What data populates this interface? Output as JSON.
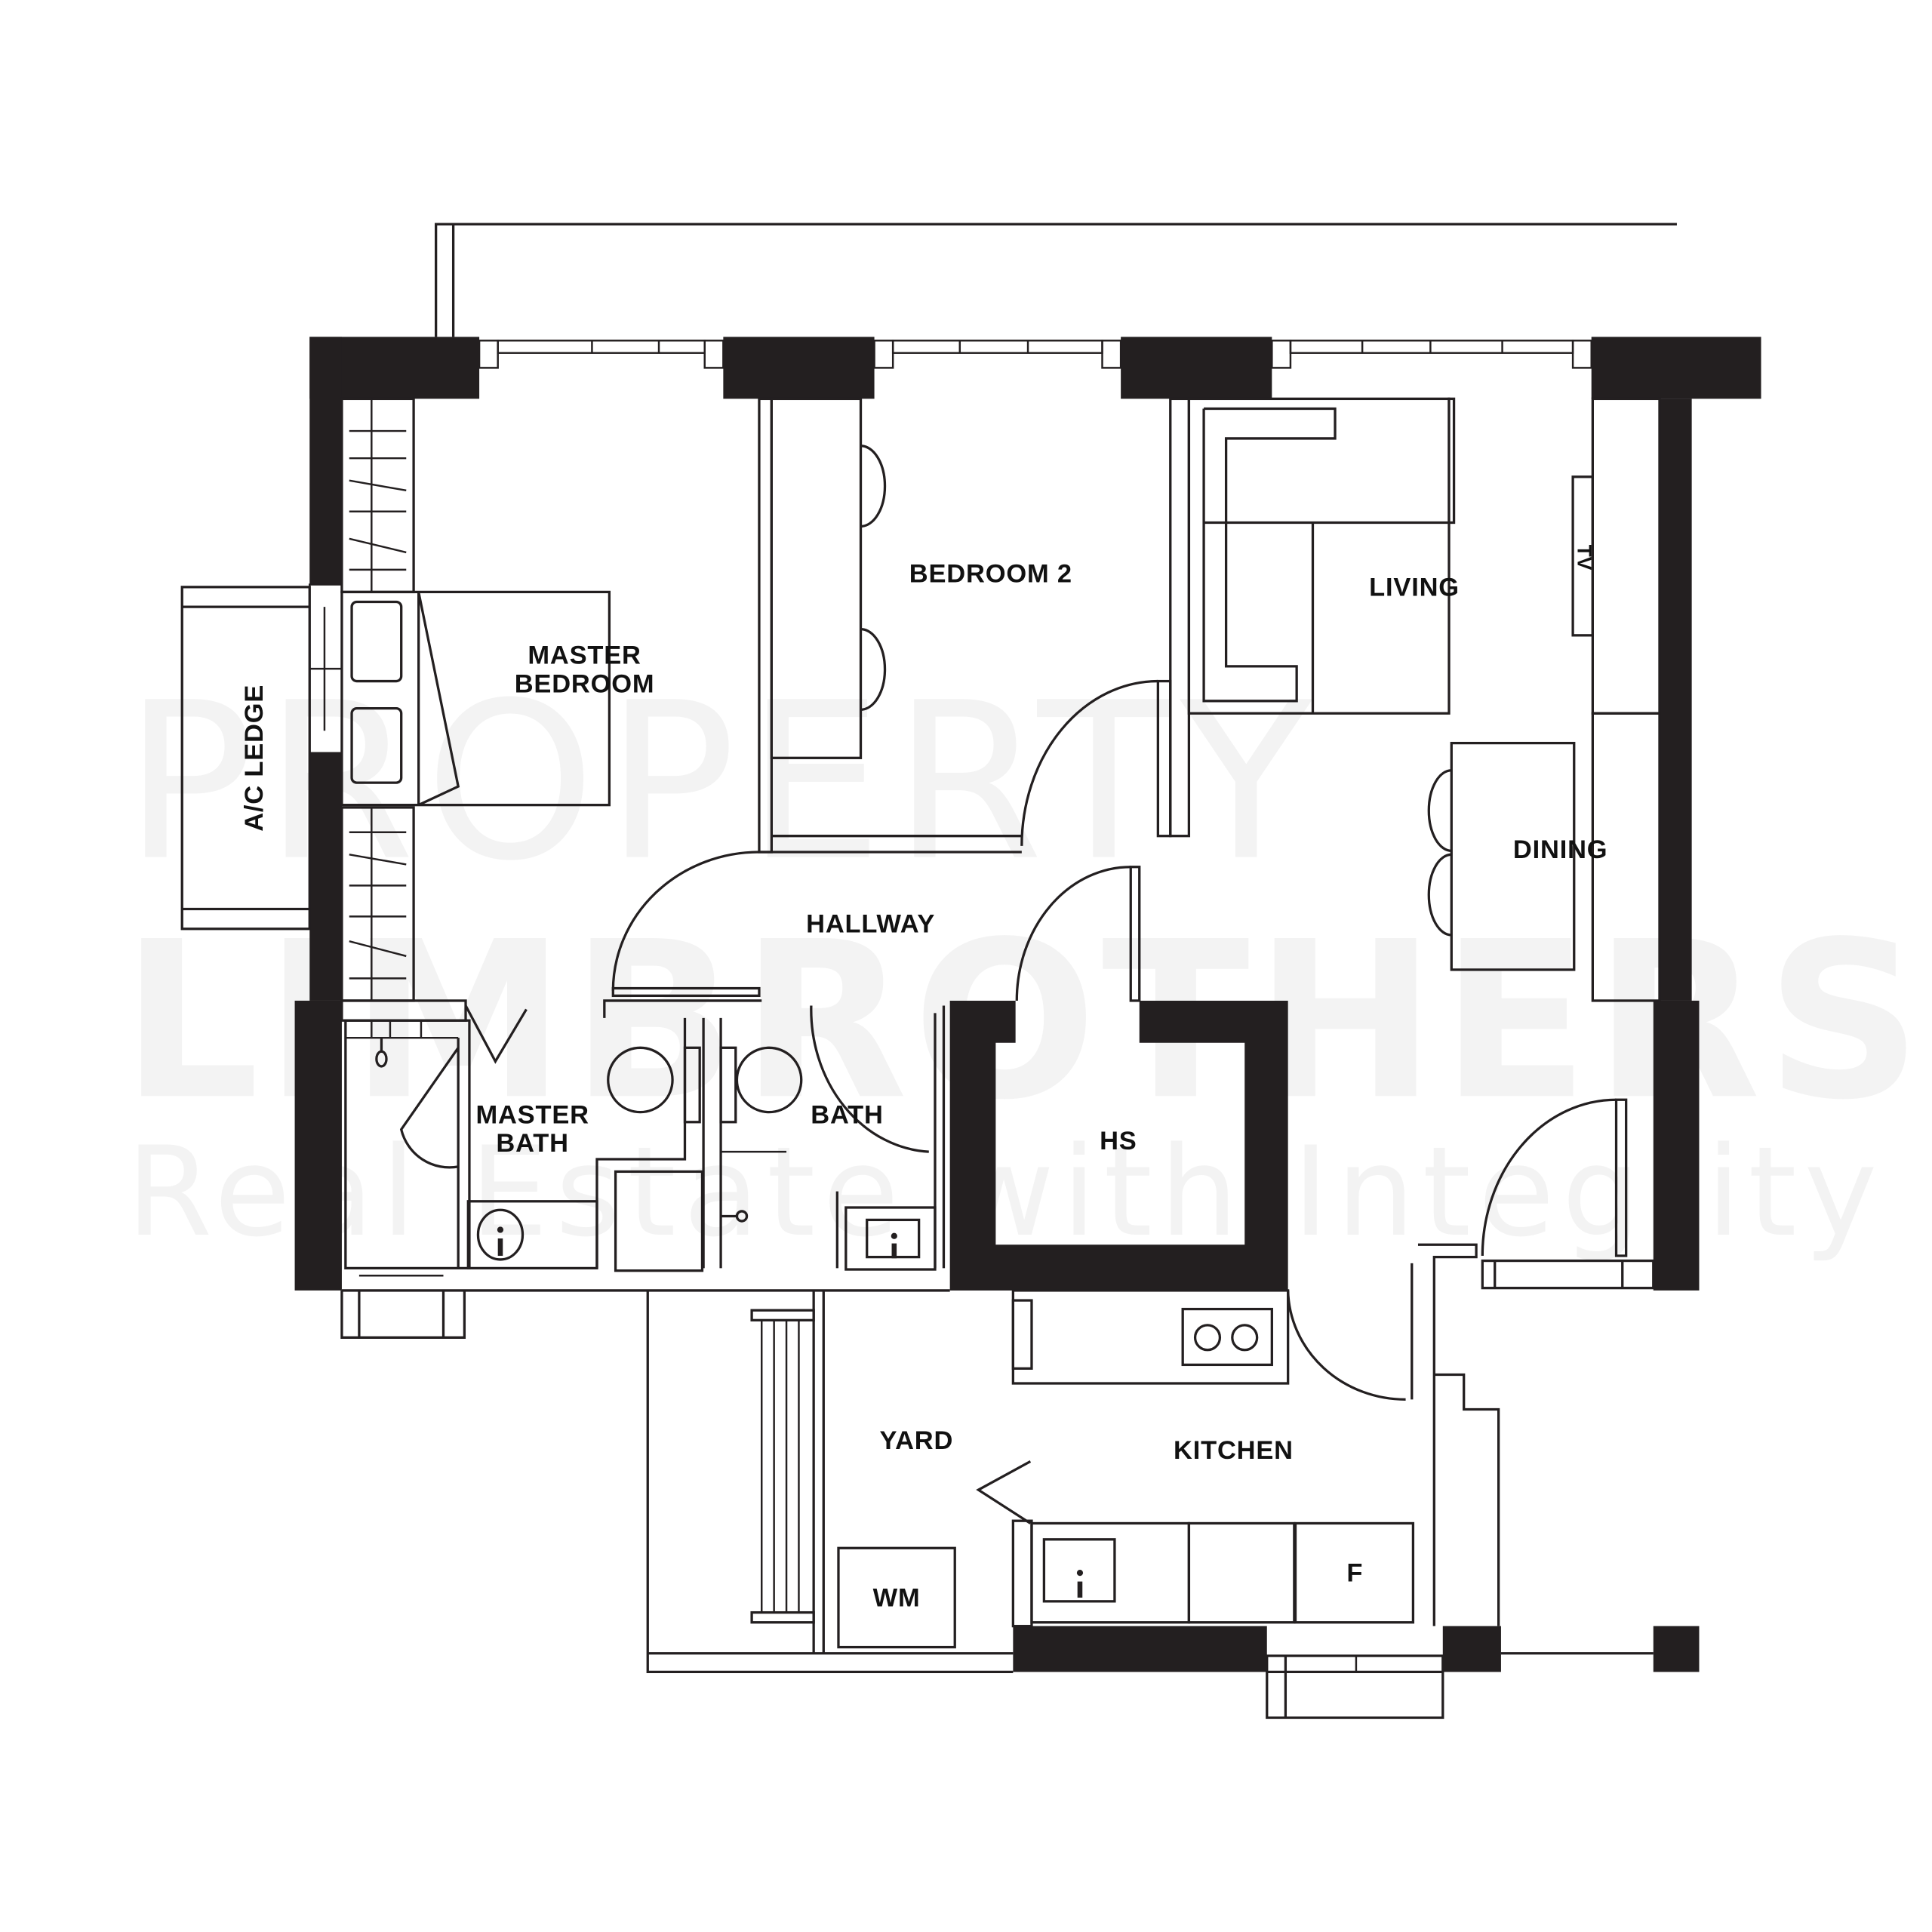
{
  "watermark": {
    "line1": "PROPERTY",
    "line2": "LIMBROTHERS",
    "line3": "Real Estate with Integrity"
  },
  "rooms": {
    "master_bedroom_line1": "MASTER",
    "master_bedroom_line2": "BEDROOM",
    "bedroom2": "BEDROOM 2",
    "living": "LIVING",
    "dining": "DINING",
    "hallway": "HALLWAY",
    "master_bath_line1": "MASTER",
    "master_bath_line2": "BATH",
    "bath": "BATH",
    "hs": "HS",
    "yard": "YARD",
    "kitchen": "KITCHEN",
    "ac_ledge": "A/C LEDGE"
  },
  "fixtures": {
    "tv": "TV",
    "washing_machine": "WM",
    "fridge": "F"
  },
  "colors": {
    "wall": "#231f20",
    "background": "#ffffff",
    "watermark": "#f3f3f3"
  }
}
